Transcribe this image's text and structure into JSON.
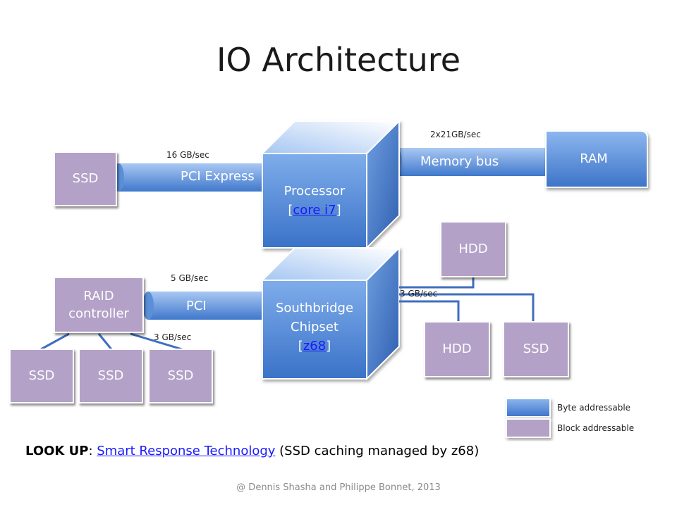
{
  "title": "IO Architecture",
  "processor": {
    "name": "Processor",
    "link": "core i7",
    "open": "[",
    "close": "]"
  },
  "southbridge": {
    "line1": "Southbridge",
    "line2": "Chipset",
    "link": "z68",
    "open": "[",
    "close": "]"
  },
  "buses": {
    "pci_express": "PCI Express",
    "pci": "PCI",
    "memory_bus": "Memory bus"
  },
  "bandwidths": {
    "pci_express": "16 GB/sec",
    "memory_bus": "2x21GB/sec",
    "pci": "5 GB/sec",
    "raid_ssd": "3 GB/sec",
    "sata": "3 GB/sec"
  },
  "blocks": {
    "ssd_pcie": "SSD",
    "ram": "RAM",
    "raid_line1": "RAID",
    "raid_line2": "controller",
    "hdd_top": "HDD",
    "hdd_bottom": "HDD",
    "ssd_sata": "SSD",
    "ssd_raid_1": "SSD",
    "ssd_raid_2": "SSD",
    "ssd_raid_3": "SSD"
  },
  "legend": {
    "byte": "Byte addressable",
    "block": "Block addressable"
  },
  "lookup": {
    "prefix": "LOOK UP",
    "colon": ": ",
    "link": "Smart Response Technology",
    "suffix": " (SSD caching managed by z68)"
  },
  "footer": "@ Dennis Shasha and Philippe Bonnet, 2013",
  "colors": {
    "blue_light": "#8db7ef",
    "blue_dark": "#3b74c9",
    "purple": "#b3a1c7"
  }
}
